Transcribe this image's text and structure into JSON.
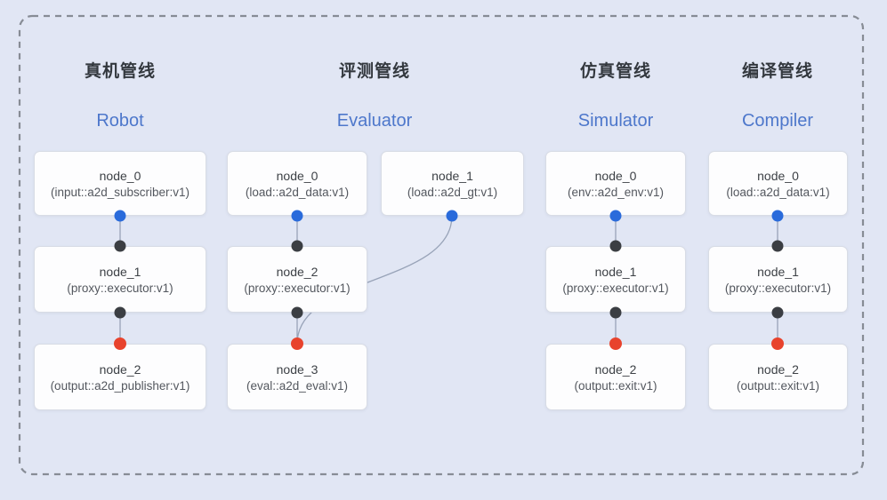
{
  "diagram": {
    "colors": {
      "background": "#e1e6f4",
      "frame": "#878c95",
      "edge": "#98a3b8",
      "title_zh": "#33383e",
      "title_en": "#4d77cb",
      "node_bg": "#fdfdfe",
      "node_border": "#d8dce5",
      "node_label": "#3d4146",
      "node_sublabel": "#53575e",
      "port_blue": "#2a6bdb",
      "port_black": "#3b3e43",
      "port_red": "#e8432d"
    },
    "pipelines": [
      {
        "title_zh": "真机管线",
        "title_en": "Robot",
        "nodes": [
          {
            "label": "node_0",
            "sublabel": "(input::a2d_subscriber:v1)"
          },
          {
            "label": "node_1",
            "sublabel": "(proxy::executor:v1)"
          },
          {
            "label": "node_2",
            "sublabel": "(output::a2d_publisher:v1)"
          }
        ],
        "edges": [
          {
            "from": "node_0",
            "to": "node_1",
            "from_port": "blue",
            "to_port": "black"
          },
          {
            "from": "node_1",
            "to": "node_2",
            "from_port": "black",
            "to_port": "red"
          }
        ]
      },
      {
        "title_zh": "评测管线",
        "title_en": "Evaluator",
        "nodes": [
          {
            "label": "node_0",
            "sublabel": "(load::a2d_data:v1)"
          },
          {
            "label": "node_1",
            "sublabel": "(load::a2d_gt:v1)"
          },
          {
            "label": "node_2",
            "sublabel": "(proxy::executor:v1)"
          },
          {
            "label": "node_3",
            "sublabel": "(eval::a2d_eval:v1)"
          }
        ],
        "edges": [
          {
            "from": "node_0",
            "to": "node_2",
            "from_port": "blue",
            "to_port": "black"
          },
          {
            "from": "node_1",
            "to": "node_3",
            "from_port": "blue",
            "to_port": "red"
          },
          {
            "from": "node_2",
            "to": "node_3",
            "from_port": "black",
            "to_port": "red"
          }
        ]
      },
      {
        "title_zh": "仿真管线",
        "title_en": "Simulator",
        "nodes": [
          {
            "label": "node_0",
            "sublabel": "(env::a2d_env:v1)"
          },
          {
            "label": "node_1",
            "sublabel": "(proxy::executor:v1)"
          },
          {
            "label": "node_2",
            "sublabel": "(output::exit:v1)"
          }
        ],
        "edges": [
          {
            "from": "node_0",
            "to": "node_1",
            "from_port": "blue",
            "to_port": "black"
          },
          {
            "from": "node_1",
            "to": "node_2",
            "from_port": "black",
            "to_port": "red"
          }
        ]
      },
      {
        "title_zh": "编译管线",
        "title_en": "Compiler",
        "nodes": [
          {
            "label": "node_0",
            "sublabel": "(load::a2d_data:v1)"
          },
          {
            "label": "node_1",
            "sublabel": "(proxy::executor:v1)"
          },
          {
            "label": "node_2",
            "sublabel": "(output::exit:v1)"
          }
        ],
        "edges": [
          {
            "from": "node_0",
            "to": "node_1",
            "from_port": "blue",
            "to_port": "black"
          },
          {
            "from": "node_1",
            "to": "node_2",
            "from_port": "black",
            "to_port": "red"
          }
        ]
      }
    ]
  }
}
